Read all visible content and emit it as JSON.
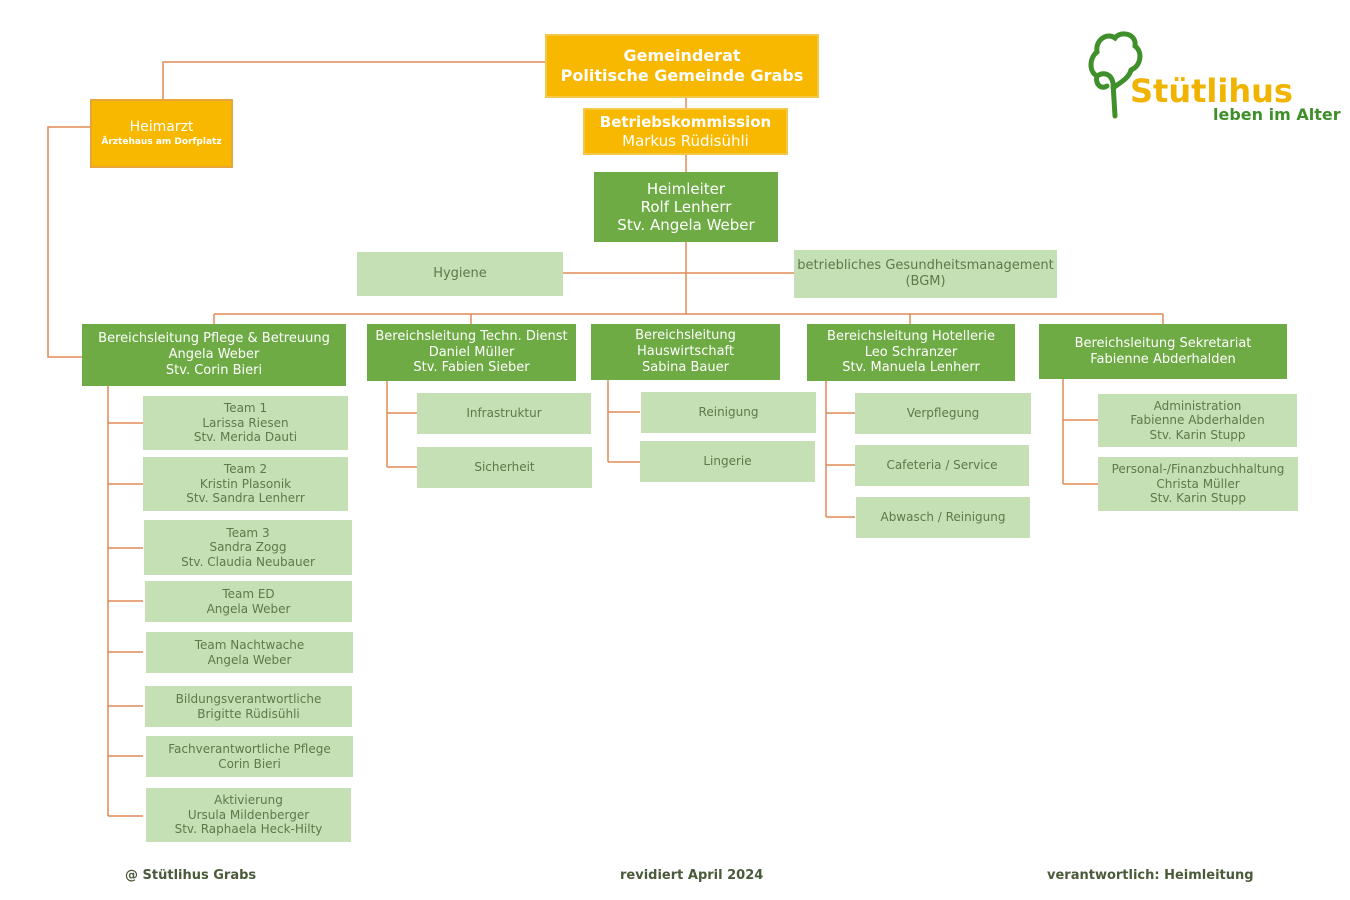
{
  "logo": {
    "name": "Stütlihus",
    "tagline": "leben im Alter"
  },
  "top": {
    "gemeinderat": [
      "Gemeinderat",
      "Politische Gemeinde Grabs"
    ],
    "betriebskommission": [
      "Betriebskommission",
      "Markus Rüdisühli"
    ],
    "heimleiter": [
      "Heimleiter",
      "Rolf Lenherr",
      "Stv. Angela Weber"
    ],
    "heimarzt": [
      "Heimarzt",
      "Ärztehaus am Dorfplatz"
    ],
    "hygiene": "Hygiene",
    "bgm": [
      "betriebliches Gesundheitsmanagement",
      "(BGM)"
    ]
  },
  "departments": [
    {
      "head": [
        "Bereichsleitung Pflege & Betreuung",
        "Angela Weber",
        "Stv. Corin Bieri"
      ],
      "units": [
        [
          "Team 1",
          "Larissa Riesen",
          "Stv. Merida Dauti"
        ],
        [
          "Team 2",
          "Kristin Plasonik",
          "Stv. Sandra Lenherr"
        ],
        [
          "Team 3",
          "Sandra Zogg",
          "Stv. Claudia Neubauer"
        ],
        [
          "Team ED",
          "Angela Weber"
        ],
        [
          "Team Nachtwache",
          "Angela Weber"
        ],
        [
          "Bildungsverantwortliche",
          "Brigitte Rüdisühli"
        ],
        [
          "Fachverantwortliche Pflege",
          "Corin Bieri"
        ],
        [
          "Aktivierung",
          "Ursula Mildenberger",
          "Stv. Raphaela Heck-Hilty"
        ]
      ]
    },
    {
      "head": [
        "Bereichsleitung Techn. Dienst",
        "Daniel Müller",
        "Stv. Fabien Sieber"
      ],
      "units": [
        [
          "Infrastruktur"
        ],
        [
          "Sicherheit"
        ]
      ]
    },
    {
      "head": [
        "Bereichsleitung",
        "Hauswirtschaft",
        "Sabina Bauer"
      ],
      "units": [
        [
          "Reinigung"
        ],
        [
          "Lingerie"
        ]
      ]
    },
    {
      "head": [
        "Bereichsleitung Hotellerie",
        "Leo Schranzer",
        "Stv. Manuela Lenherr"
      ],
      "units": [
        [
          "Verpflegung"
        ],
        [
          "Cafeteria / Service"
        ],
        [
          "Abwasch / Reinigung"
        ]
      ]
    },
    {
      "head": [
        "Bereichsleitung Sekretariat",
        "Fabienne Abderhalden"
      ],
      "units": [
        [
          "Administration",
          "Fabienne Abderhalden",
          "Stv. Karin Stupp"
        ],
        [
          "Personal-/Finanzbuchhaltung",
          "Christa Müller",
          "Stv. Karin Stupp"
        ]
      ]
    }
  ],
  "footer": {
    "left": "@ Stütlihus Grabs",
    "center": "revidiert April 2024",
    "right": "verantwortlich: Heimleitung"
  },
  "colors": {
    "yellow": "#f9b800",
    "green": "#6eab45",
    "light_green": "#c5e0b4",
    "connector": "#e08a55",
    "logo_green": "#3f8f2a"
  }
}
